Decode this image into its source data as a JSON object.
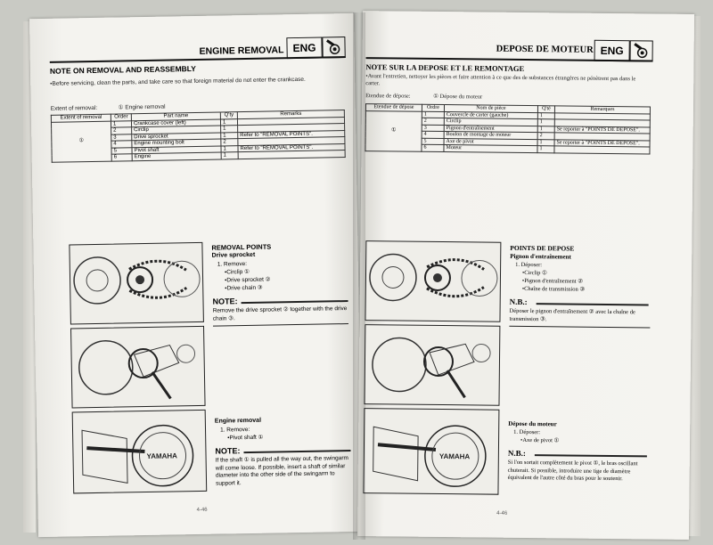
{
  "left": {
    "section_title": "ENGINE REMOVAL",
    "badge": "ENG",
    "heading": "NOTE ON REMOVAL AND REASSEMBLY",
    "bullet": "•Before servicing, clean the parts, and take care so that foreign material do not enter the crankcase.",
    "extent_label": "Extent of removal:",
    "extent_value": "① Engine removal",
    "table": {
      "headers": [
        "Extent of removal",
        "Order",
        "Part name",
        "Q'ty",
        "Remarks"
      ],
      "extent_marker": "①",
      "rows": [
        [
          "1",
          "Crankcase cover (left)",
          "1",
          ""
        ],
        [
          "2",
          "Circlip",
          "1",
          ""
        ],
        [
          "3",
          "Drive sprocket",
          "1",
          "Refer to \"REMOVAL POINTS\"."
        ],
        [
          "4",
          "Engine mounting bolt",
          "2",
          ""
        ],
        [
          "5",
          "Pivot shaft",
          "1",
          "Refer to \"REMOVAL POINTS\"."
        ],
        [
          "6",
          "Engine",
          "1",
          ""
        ]
      ]
    },
    "removal_points": {
      "title": "REMOVAL POINTS",
      "sub1": "Drive sprocket",
      "step1": "1. Remove:",
      "items1": [
        "•Circlip ①",
        "•Drive sprocket ②",
        "•Drive chain ③"
      ],
      "note_label": "NOTE:",
      "note1": "Remove the drive sprocket ② together with the drive chain ③.",
      "sub2": "Engine removal",
      "step2": "1. Remove:",
      "items2": [
        "•Pivot shaft ①"
      ],
      "note2": "If the shaft ① is pulled all the way out, the swingarm will come loose. If possible, insert a shaft of similar diameter into the other side of the swingarm to support it."
    },
    "page_number": "4-46",
    "fig_label": "YAMAHA"
  },
  "right": {
    "section_title": "DEPOSE DE MOTEUR",
    "badge": "ENG",
    "heading": "NOTE SUR LA DEPOSE ET LE REMONTAGE",
    "bullet": "•Avant l'entretien, nettoyer les pièces et faire attention à ce que des de substances étrangères ne pénètrent pas dans le carter.",
    "extent_label": "Etendue de dépose:",
    "extent_value": "① Dépose du moteur",
    "table": {
      "headers": [
        "Etendue de dépose",
        "Ordre",
        "Nom de pièce",
        "Q'té",
        "Remarques"
      ],
      "extent_marker": "①",
      "rows": [
        [
          "1",
          "Couvercle de carter (gauche)",
          "1",
          ""
        ],
        [
          "2",
          "Circlip",
          "1",
          ""
        ],
        [
          "3",
          "Pignon d'entraînement",
          "1",
          "Se reporter à \"POINTS DE DEPOSE\"."
        ],
        [
          "4",
          "Boulon de montage de moteur",
          "2",
          ""
        ],
        [
          "5",
          "Axe de pivot",
          "1",
          "Se reporter à \"POINTS DE DEPOSE\"."
        ],
        [
          "6",
          "Moteur",
          "1",
          ""
        ]
      ]
    },
    "removal_points": {
      "title": "POINTS DE DEPOSE",
      "sub1": "Pignon d'entraînement",
      "step1": "1. Déposer:",
      "items1": [
        "•Circlip ①",
        "•Pignon d'entraînement ②",
        "•Chaîne de transmission ③"
      ],
      "note_label": "N.B.:",
      "note1": "Déposer le pignon d'entraînement ② avec la chaîne de transmission ③.",
      "sub2": "Dépose du moteur",
      "step2": "1. Déposer:",
      "items2": [
        "•Axe de pivot ①"
      ],
      "note2": "Si l'on sortait complètement le pivot ①, le bras oscillant chuterait. Si possible, introduire une tige de diamètre équivalent de l'autre côté du bras pour le soutenir."
    },
    "page_number": "4-46",
    "fig_label": "YAMAHA"
  }
}
